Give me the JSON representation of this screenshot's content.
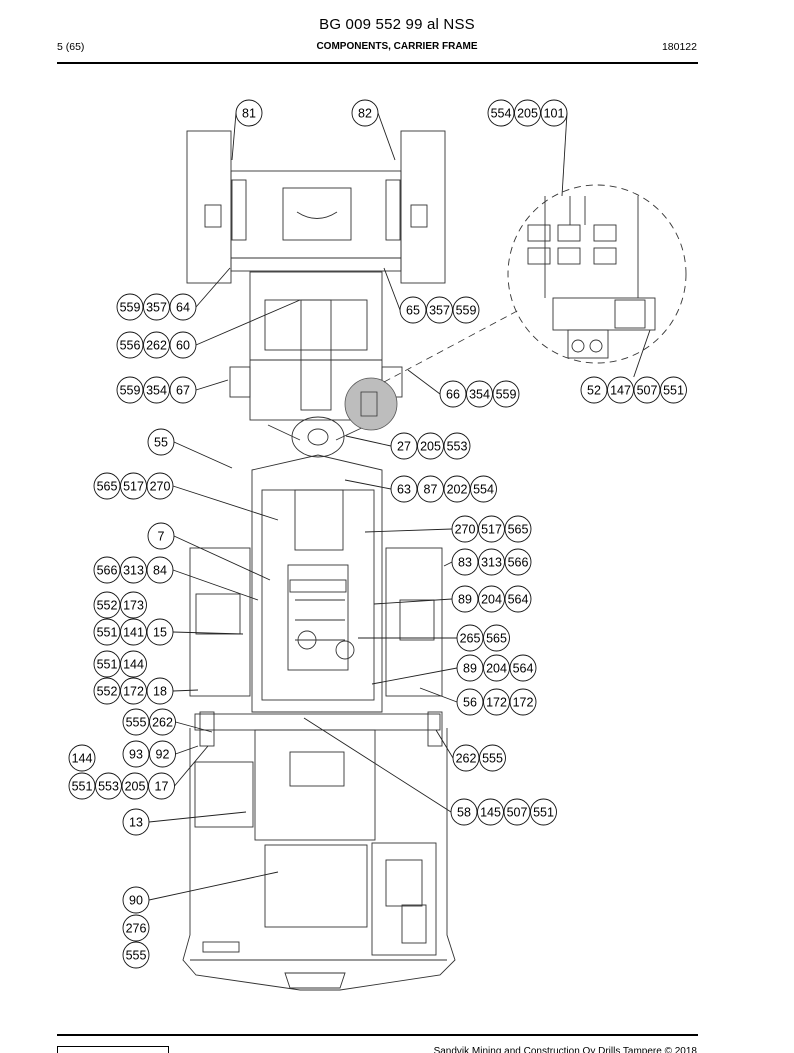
{
  "header": {
    "doc_number": "BG 009 552 99 al NSS",
    "page": "5 (65)",
    "section_title": "COMPONENTS, CARRIER FRAME",
    "date_code": "180122"
  },
  "footer": {
    "copyright": "Sandvik Mining and Construction Oy Drills Tampere © 2018"
  },
  "callouts": [
    {
      "id": "c81",
      "labels": [
        "81"
      ]
    },
    {
      "id": "c82",
      "labels": [
        "82"
      ]
    },
    {
      "id": "c554-205-101",
      "labels": [
        "554",
        "205",
        "101"
      ]
    },
    {
      "id": "c559-357-64",
      "labels": [
        "559",
        "357",
        "64"
      ]
    },
    {
      "id": "c65-357-559",
      "labels": [
        "65",
        "357",
        "559"
      ]
    },
    {
      "id": "c556-262-60",
      "labels": [
        "556",
        "262",
        "60"
      ]
    },
    {
      "id": "c559-354-67",
      "labels": [
        "559",
        "354",
        "67"
      ]
    },
    {
      "id": "c66-354-559",
      "labels": [
        "66",
        "354",
        "559"
      ]
    },
    {
      "id": "c52-147-507-551",
      "labels": [
        "52",
        "147",
        "507",
        "551"
      ]
    },
    {
      "id": "c55",
      "labels": [
        "55"
      ]
    },
    {
      "id": "c27-205-553",
      "labels": [
        "27",
        "205",
        "553"
      ]
    },
    {
      "id": "c565-517-270",
      "labels": [
        "565",
        "517",
        "270"
      ]
    },
    {
      "id": "c63-87-202-554",
      "labels": [
        "63",
        "87",
        "202",
        "554"
      ]
    },
    {
      "id": "c270-517-565",
      "labels": [
        "270",
        "517",
        "565"
      ]
    },
    {
      "id": "c7",
      "labels": [
        "7"
      ]
    },
    {
      "id": "c83-313-566",
      "labels": [
        "83",
        "313",
        "566"
      ]
    },
    {
      "id": "c566-313-84",
      "labels": [
        "566",
        "313",
        "84"
      ]
    },
    {
      "id": "c89-204-564a",
      "labels": [
        "89",
        "204",
        "564"
      ]
    },
    {
      "id": "c552-173",
      "labels": [
        "552",
        "173"
      ]
    },
    {
      "id": "c551-141-15",
      "labels": [
        "551",
        "141",
        "15"
      ]
    },
    {
      "id": "c265-565",
      "labels": [
        "265",
        "565"
      ]
    },
    {
      "id": "c551-144a",
      "labels": [
        "551",
        "144"
      ]
    },
    {
      "id": "c89-204-564b",
      "labels": [
        "89",
        "204",
        "564"
      ]
    },
    {
      "id": "c552-172-18",
      "labels": [
        "552",
        "172",
        "18"
      ]
    },
    {
      "id": "c56-172-172",
      "labels": [
        "56",
        "172",
        "172"
      ]
    },
    {
      "id": "c555-262",
      "labels": [
        "555",
        "262"
      ]
    },
    {
      "id": "c93-92",
      "labels": [
        "93",
        "92"
      ]
    },
    {
      "id": "c144",
      "labels": [
        "144"
      ]
    },
    {
      "id": "c262-555",
      "labels": [
        "262",
        "555"
      ]
    },
    {
      "id": "c551-553-205-17",
      "labels": [
        "551",
        "553",
        "205",
        "17"
      ]
    },
    {
      "id": "c58-145-507-551",
      "labels": [
        "58",
        "145",
        "507",
        "551"
      ]
    },
    {
      "id": "c13",
      "labels": [
        "13"
      ]
    },
    {
      "id": "c90",
      "labels": [
        "90"
      ]
    },
    {
      "id": "c276",
      "labels": [
        "276"
      ]
    },
    {
      "id": "c555",
      "labels": [
        "555"
      ]
    }
  ]
}
